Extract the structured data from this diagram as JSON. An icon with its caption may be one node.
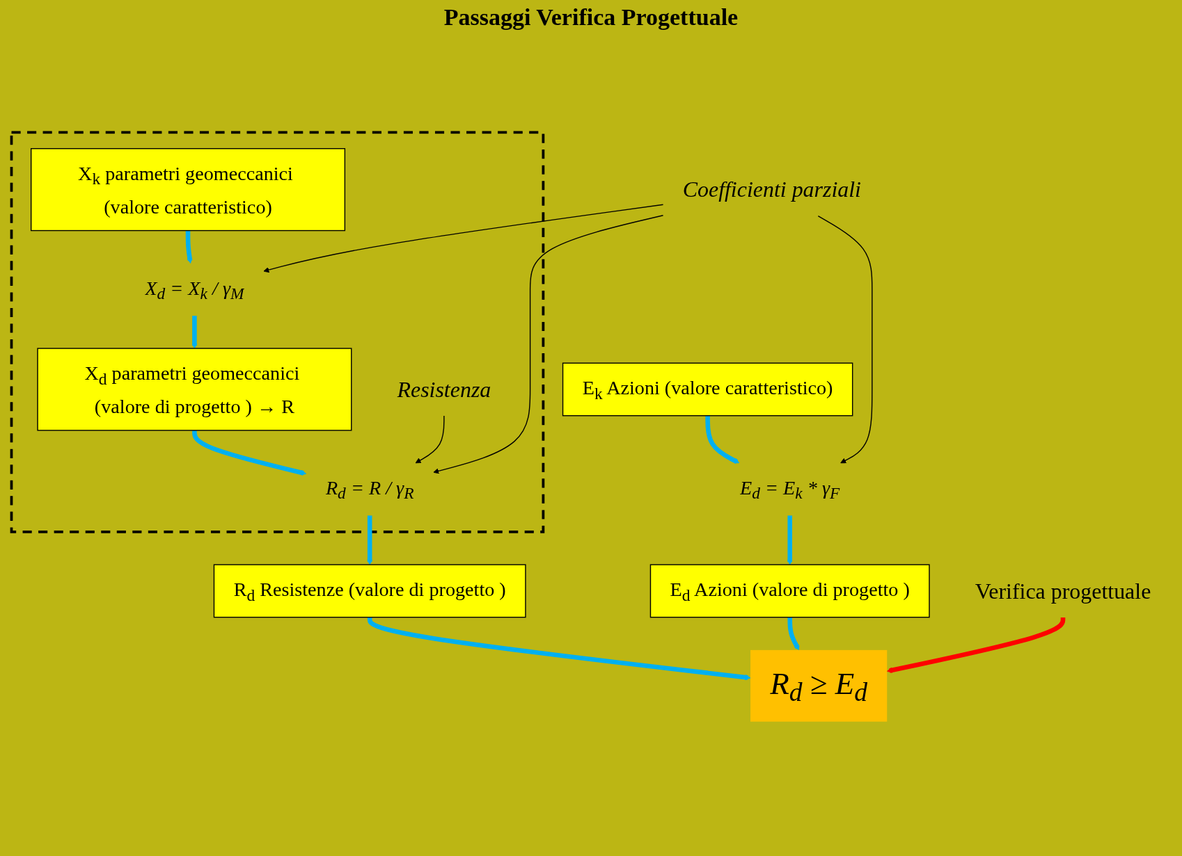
{
  "diagram": {
    "title": "Passaggi Verifica Progettuale",
    "nodes": [
      {
        "text": [],
        "shape": "box"
      },
      {
        "text": [
          "X$_{k}$ parametri geomeccanici (valore caratteristico)"
        ],
        "in": 0
      },
      {
        "text": [
          "X$_{d}$ = X$_{k}$ / γ$_{M}$"
        ],
        "in": 0
      },
      {
        "text": [
          "X$_{d}$ parametri geomeccanici (valore di progetto ) → R"
        ],
        "in": 0
      },
      {
        "text": [
          "R$_{d}$ = R / γ$_{R}$"
        ],
        "in": 0
      },
      {
        "text": [
          "Resistenza"
        ],
        "in": 0
      },
      {
        "text": [
          "Coefficienti parziali"
        ]
      },
      {
        "text": [
          "E$_{k}$ Azioni (valore caratteristico)"
        ]
      },
      {
        "text": [
          "E$_{d}$ = E$_{k}$ * γ$_{F}$"
        ]
      },
      {
        "text": [
          "E$_{d}$ Azioni (valore di progetto )"
        ]
      },
      {
        "text": [
          "R$_{d}$ Resistenze (valore di progetto )"
        ]
      },
      {
        "text": [
          "R$_{d}$ ≥ E$_{d}$"
        ]
      },
      {
        "text": [
          "Verifica progettuale"
        ]
      }
    ],
    "edges": [
      {
        "from": 1,
        "to": 2,
        "arrow": "to"
      },
      {
        "from": 2,
        "to": 3,
        "arrow": "to"
      },
      {
        "from": 3,
        "to": 4,
        "arrow": "to"
      },
      {
        "from": 4,
        "to": 10,
        "arrow": "to"
      },
      {
        "from": 5,
        "to": 4,
        "arrow": "to",
        "color": "#000000"
      },
      {
        "from": 6,
        "to": 2,
        "arrow": "to",
        "color": "#000000"
      },
      {
        "from": 6,
        "to": 8,
        "arrow": "to",
        "color": "#000000"
      },
      {
        "from": 6,
        "to": 4,
        "arrow": "to",
        "color": "#000000"
      },
      {
        "from": 7,
        "to": 8,
        "arrow": "to"
      },
      {
        "from": 8,
        "to": 9,
        "arrow": "to"
      },
      {
        "from": 9,
        "to": 11,
        "arrow": "to"
      },
      {
        "from": 10,
        "to": 11,
        "arrow": "to"
      },
      {
        "from": 12,
        "to": 11,
        "arrow": "to",
        "color": "#ff0000"
      }
    ]
  }
}
